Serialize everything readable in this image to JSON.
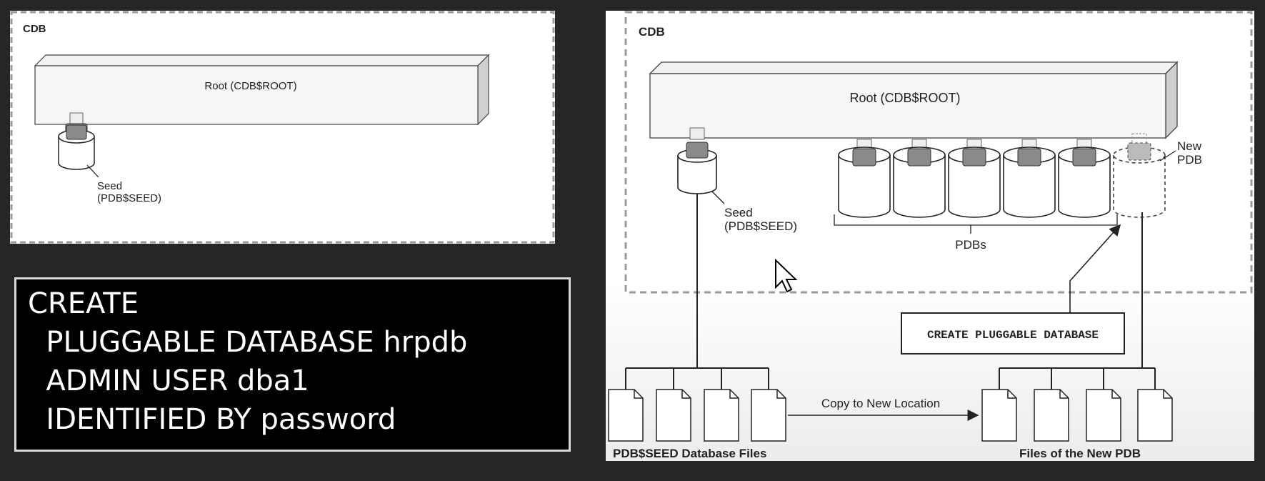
{
  "left_diagram": {
    "cdb_label": "CDB",
    "root_label": "Root (CDB$ROOT)",
    "seed_label_line1": "Seed",
    "seed_label_line2": "(PDB$SEED)"
  },
  "sql": {
    "lines": [
      "CREATE",
      "  PLUGGABLE DATABASE hrpdb",
      "  ADMIN USER dba1",
      "  IDENTIFIED BY password"
    ]
  },
  "right_diagram": {
    "cdb_label": "CDB",
    "root_label": "Root (CDB$ROOT)",
    "seed_label_line1": "Seed",
    "seed_label_line2": "(PDB$SEED)",
    "pdbs_label": "PDBs",
    "new_pdb_line1": "New",
    "new_pdb_line2": "PDB",
    "create_command": "CREATE PLUGGABLE DATABASE",
    "copy_label": "Copy to New Location",
    "seed_files_label": "PDB$SEED Database Files",
    "new_files_label": "Files of the New PDB",
    "pdb_count": 5
  }
}
